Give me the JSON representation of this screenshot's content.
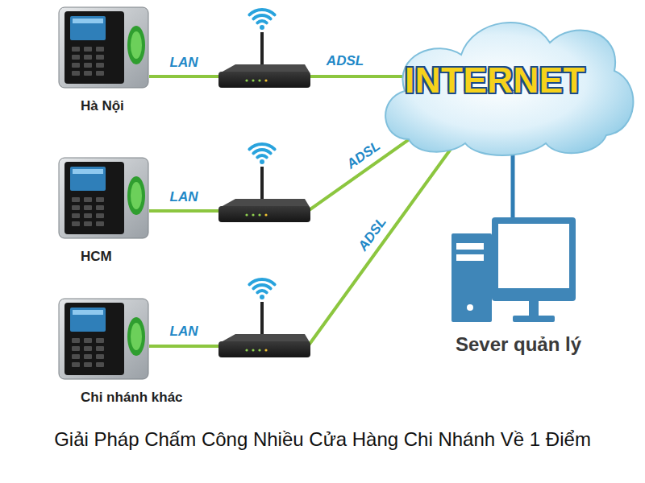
{
  "diagram": {
    "caption": "Giải Pháp Chấm Công Nhiều Cửa Hàng Chi Nhánh Về 1 Điểm",
    "nodes": [
      {
        "text": [
          "Hà Nội"
        ]
      },
      {
        "text": [
          "HCM"
        ]
      },
      {
        "text": [
          "Chi nhánh khác"
        ]
      },
      {
        "text": [
          "INTERNET"
        ]
      },
      {
        "text": [
          "Sever quản lý"
        ]
      }
    ],
    "edges": [
      {
        "from": 0,
        "to": 3,
        "arrow": "none"
      },
      {
        "from": 1,
        "to": 3,
        "arrow": "none"
      },
      {
        "from": 2,
        "to": 3,
        "arrow": "none"
      },
      {
        "from": 3,
        "to": 4,
        "arrow": "none"
      }
    ],
    "labels": [
      "LAN",
      "ADSL",
      "LAN",
      "ADSL",
      "LAN",
      "ADSL"
    ]
  }
}
